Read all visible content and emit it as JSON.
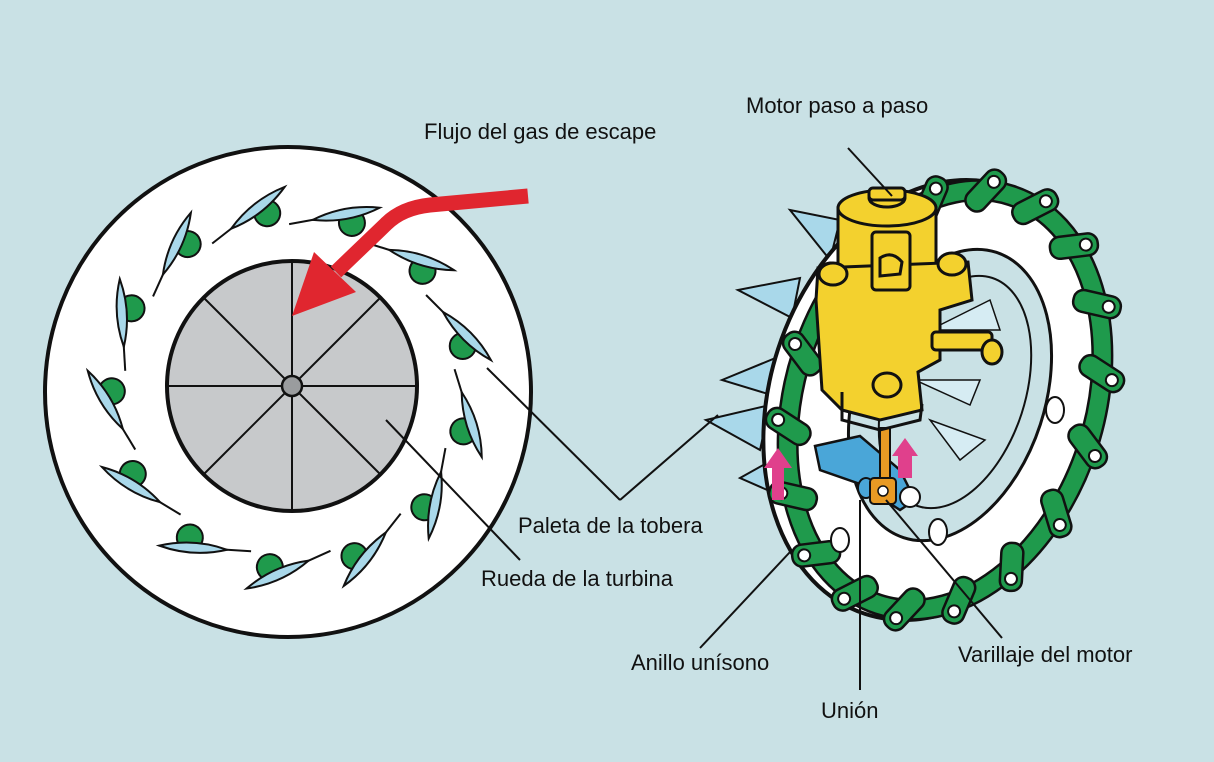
{
  "labels": {
    "exhaust_flow": "Flujo del gas de escape",
    "stepper_motor": "Motor paso a paso",
    "nozzle_vane": "Paleta de la tobera",
    "turbine_wheel": "Rueda de la turbina",
    "unison_ring": "Anillo unísono",
    "joint": "Unión",
    "motor_linkage": "Varillaje del motor"
  },
  "colors": {
    "background": "#c9e1e5",
    "housing": "#ffffff",
    "turbine_wheel": "#c7c9cb",
    "vane": "#a9d8ea",
    "vane_pivot": "#1f9a4c",
    "unison_ring": "#1f9a4c",
    "flow_arrow": "#e0262f",
    "motor": "#f3d12e",
    "joint": "#4aa6d8",
    "linkage": "#e89a24",
    "motion_arrow": "#e0408c"
  }
}
